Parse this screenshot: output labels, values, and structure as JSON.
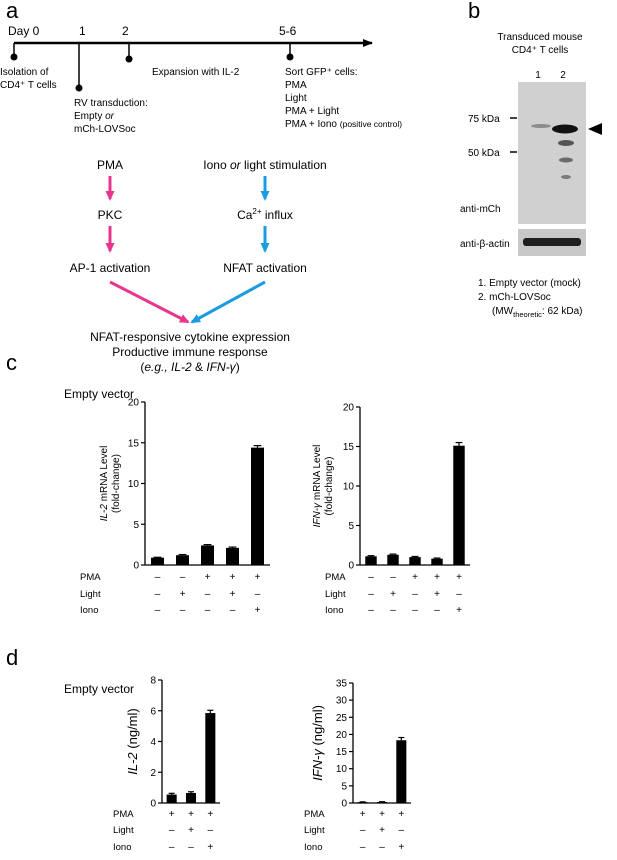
{
  "panels": {
    "a": "a",
    "b": "b",
    "c": "c",
    "d": "d"
  },
  "timeline": {
    "ticks": [
      "Day 0",
      "1",
      "2",
      "5-6"
    ],
    "isolation": [
      "Isolation of",
      "CD4⁺ T cells"
    ],
    "rv": [
      "RV transduction:",
      "Empty or",
      "mCh-LOVSoc"
    ],
    "expansion": "Expansion with IL-2",
    "sort": [
      "Sort GFP⁺ cells:",
      "PMA",
      "Light",
      "PMA + Light",
      "PMA + Iono"
    ],
    "sort_note": "(positive control)"
  },
  "pathway": {
    "left": [
      "PMA",
      "PKC",
      "AP-1 activation"
    ],
    "right_top": "Iono or light stimulation",
    "right_mid": "Ca²⁺ influx",
    "right_bot": "NFAT activation",
    "outcome": [
      "NFAT-responsive cytokine expression",
      "Productive immune response",
      "(e.g., IL-2 & IFN-γ)"
    ]
  },
  "blot": {
    "title": [
      "Transduced mouse",
      "CD4⁺ T cells"
    ],
    "lanes": [
      "1",
      "2"
    ],
    "markers": [
      "75 kDa",
      "50 kDa"
    ],
    "anti_mch": "anti-mCh",
    "anti_actin": "anti-β-actin",
    "legend": [
      "1.  Empty vector (mock)",
      "2.  mCh-LOVSoc",
      "(MW",
      "theoretic",
      ": 62 kDa)"
    ]
  },
  "conditions": {
    "rows": [
      "PMA",
      "Light",
      "Iono"
    ],
    "c_matrix": [
      [
        "–",
        "–",
        "+",
        "+",
        "+"
      ],
      [
        "–",
        "+",
        "–",
        "+",
        "–"
      ],
      [
        "–",
        "–",
        "–",
        "–",
        "+"
      ]
    ],
    "d_matrix": [
      [
        "+",
        "+",
        "+"
      ],
      [
        "–",
        "+",
        "–"
      ],
      [
        "–",
        "–",
        "+"
      ]
    ]
  },
  "section_titles": {
    "c": "Empty vector",
    "d": "Empty vector"
  },
  "chart_data": [
    {
      "type": "bar",
      "panel": "c",
      "ylabel": "IL-2 mRNA Level (fold-change)",
      "ylim": [
        0,
        20
      ],
      "yticks": [
        0,
        5,
        10,
        15,
        20
      ],
      "values": [
        0.9,
        1.2,
        2.4,
        2.1,
        14.4
      ],
      "errors": [
        0.05,
        0.08,
        0.1,
        0.1,
        0.25
      ]
    },
    {
      "type": "bar",
      "panel": "c",
      "ylabel": "IFN-γ mRNA Level (fold-change)",
      "ylim": [
        0,
        20
      ],
      "yticks": [
        0,
        5,
        10,
        15,
        20
      ],
      "values": [
        1.1,
        1.3,
        1.0,
        0.8,
        15.1
      ],
      "errors": [
        0.08,
        0.08,
        0.08,
        0.08,
        0.4
      ]
    },
    {
      "type": "bar",
      "panel": "d",
      "ylabel": "IL-2 (ng/ml)",
      "ylim": [
        0,
        8
      ],
      "yticks": [
        0,
        2,
        4,
        6,
        8
      ],
      "values": [
        0.55,
        0.65,
        5.85
      ],
      "errors": [
        0.08,
        0.08,
        0.18
      ]
    },
    {
      "type": "bar",
      "panel": "d",
      "ylabel": "IFN-γ (ng/ml)",
      "ylim": [
        0,
        35
      ],
      "yticks": [
        0,
        5,
        10,
        15,
        20,
        25,
        30,
        35
      ],
      "values": [
        0.25,
        0.3,
        18.3
      ],
      "errors": [
        0.08,
        0.08,
        0.8
      ]
    }
  ]
}
